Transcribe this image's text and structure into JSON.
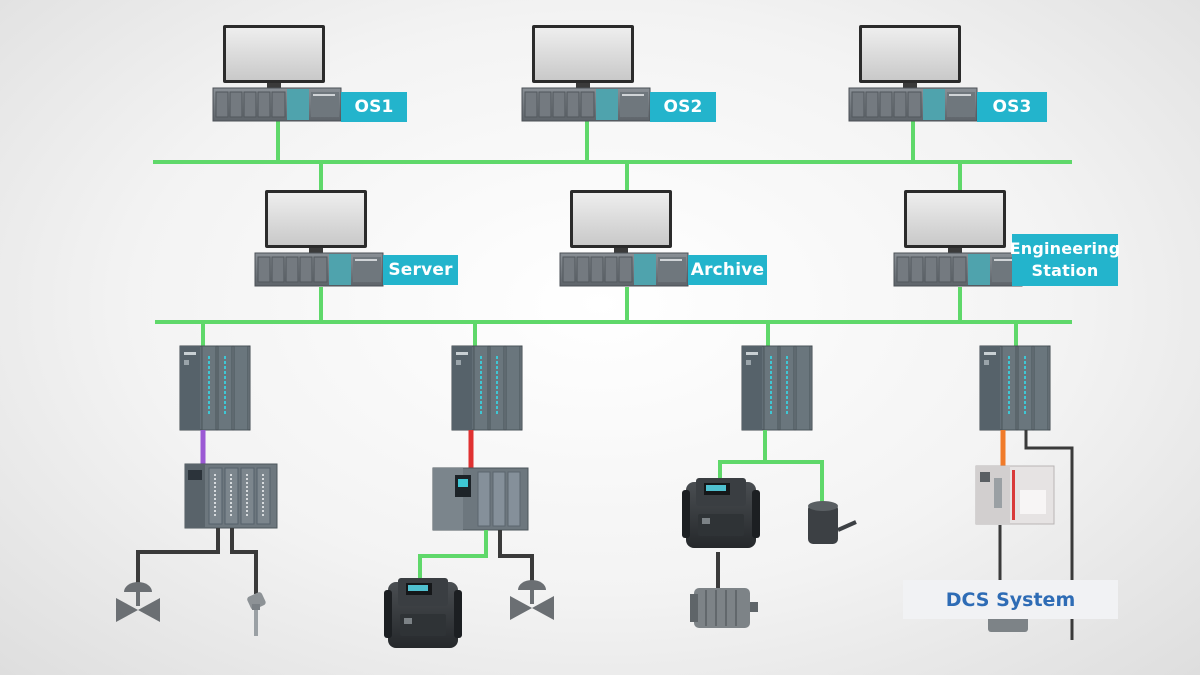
{
  "labels": {
    "os1": "OS1",
    "os2": "OS2",
    "os3": "OS3",
    "server": "Server",
    "archive": "Archive",
    "engineering_line1": "Engineering",
    "engineering_line2": "Station",
    "caption": "DCS System"
  },
  "colors": {
    "network": "#5fd86a",
    "label_bg": "#23b4cc",
    "caption_text": "#2e6cb5",
    "link_purple": "#9b59d4",
    "link_red": "#e03131",
    "link_orange": "#f07b2a",
    "cable_dark": "#3a3a3a"
  }
}
